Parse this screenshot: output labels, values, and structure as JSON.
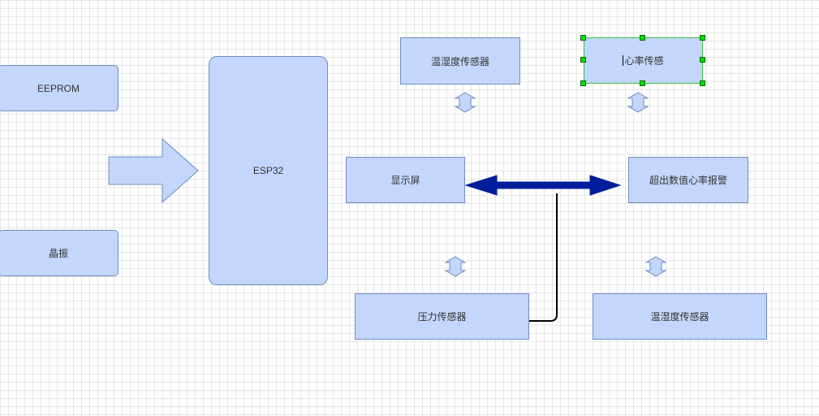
{
  "nodes": {
    "eeprom": "EEPROM",
    "crystal": "晶振",
    "esp32": "ESP32",
    "temp_humidity_top": "温湿度传感器",
    "heart_rate": "心率传感",
    "display": "显示屏",
    "alarm": "超出数值心率报警",
    "pressure": "压力传感器",
    "temp_humidity_bottom": "温湿度传感器"
  },
  "colors": {
    "node_fill": "#c3d6fb",
    "node_border": "#6c8ebf",
    "connector_arrow": "#001e9b",
    "selection_handle": "#00e000",
    "grid": "#e6e6e6"
  }
}
